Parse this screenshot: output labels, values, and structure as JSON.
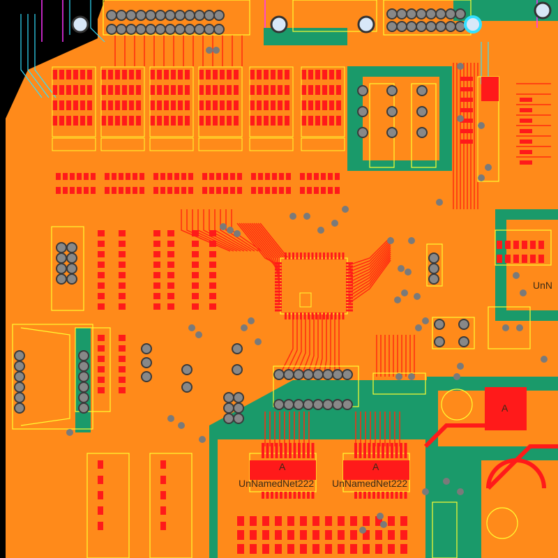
{
  "colors": {
    "background": "#000000",
    "top_copper": "#ff8a1a",
    "pour": "#1a9a6a",
    "pad": "#ff1a1a",
    "silkscreen": "#ffff33",
    "via": "#7a7a7a",
    "keepout": "#ff33ff",
    "bottom_trace": "#33e0ff",
    "hole": "#d8e8f8"
  },
  "labels": {
    "net_1": "UnNamedNet222",
    "net_2": "UnNamedNet222",
    "net_3": "UnN",
    "ref_a1": "A",
    "ref_a2": "A",
    "ref_a3": "A"
  }
}
